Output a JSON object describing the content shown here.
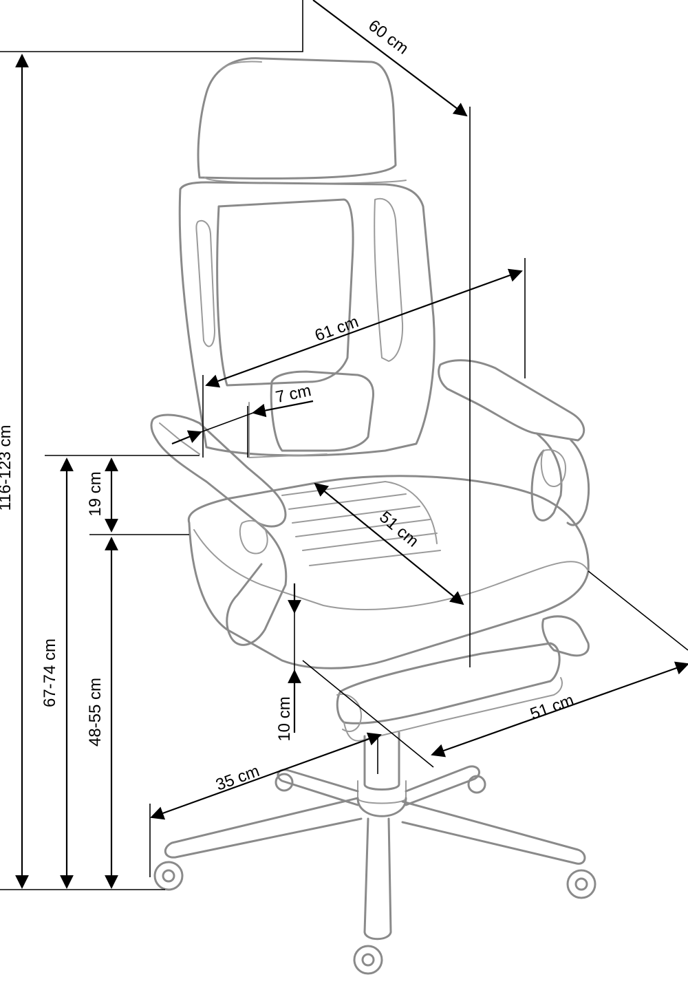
{
  "dimensions": {
    "total_height": "116-123 cm",
    "armrest_height": "67-74 cm",
    "seat_height": "48-55 cm",
    "armrest_to_seat": "19 cm",
    "overall_depth": "60 cm",
    "overall_width": "61 cm",
    "armrest_width": "7 cm",
    "seat_depth": "51 cm",
    "seat_width": "51 cm",
    "footrest_height": "10 cm",
    "base_radius": "35 cm"
  },
  "colors": {
    "outline": "#8a8a8a",
    "dimension": "#000000"
  }
}
